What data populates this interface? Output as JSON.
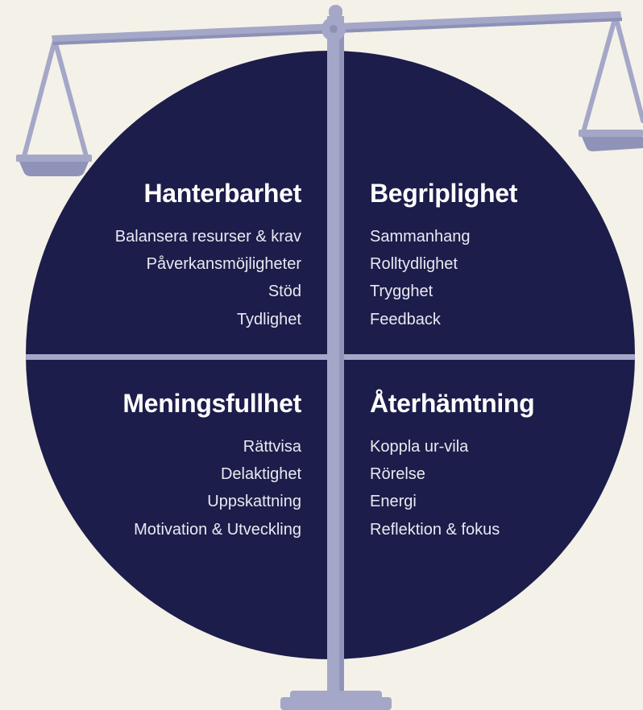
{
  "colors": {
    "background": "#f4f1e8",
    "circle": "#1c1d4a",
    "scale_metal": "#a4a7c7",
    "scale_shadow": "#7f83a8",
    "text": "#ffffff"
  },
  "quadrants": {
    "top_left": {
      "title": "Hanterbarhet",
      "items": [
        "Balansera resurser & krav",
        "Påverkansmöjligheter",
        "Stöd",
        "Tydlighet"
      ]
    },
    "top_right": {
      "title": "Begriplighet",
      "items": [
        "Sammanhang",
        "Rolltydlighet",
        "Trygghet",
        "Feedback"
      ]
    },
    "bottom_left": {
      "title": "Meningsfullhet",
      "items": [
        "Rättvisa",
        "Delaktighet",
        "Uppskattning",
        "Motivation & Utveckling"
      ]
    },
    "bottom_right": {
      "title": "Återhämtning",
      "items": [
        "Koppla ur-vila",
        "Rörelse",
        "Energi",
        "Reflektion & fokus"
      ]
    }
  },
  "icons": [
    "balance-scale-icon"
  ]
}
